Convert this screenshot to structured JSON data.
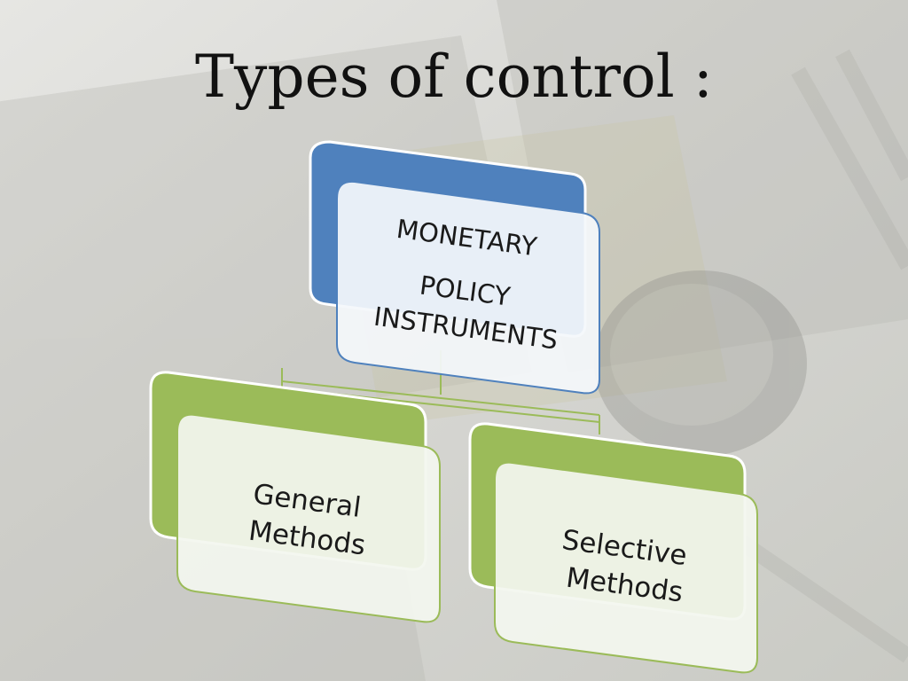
{
  "slide": {
    "title": "Types of control :"
  },
  "diagram": {
    "root": {
      "lines": [
        "MONETARY",
        "POLICY",
        "INSTRUMENTS"
      ],
      "color": "#4f81bd"
    },
    "children": [
      {
        "lines": [
          "General",
          "Methods"
        ],
        "color": "#9bbb59"
      },
      {
        "lines": [
          "Selective",
          "Methods"
        ],
        "color": "#9bbb59"
      }
    ],
    "connector_color": "#9bbb59",
    "card_fill": "#f3f6ef"
  }
}
